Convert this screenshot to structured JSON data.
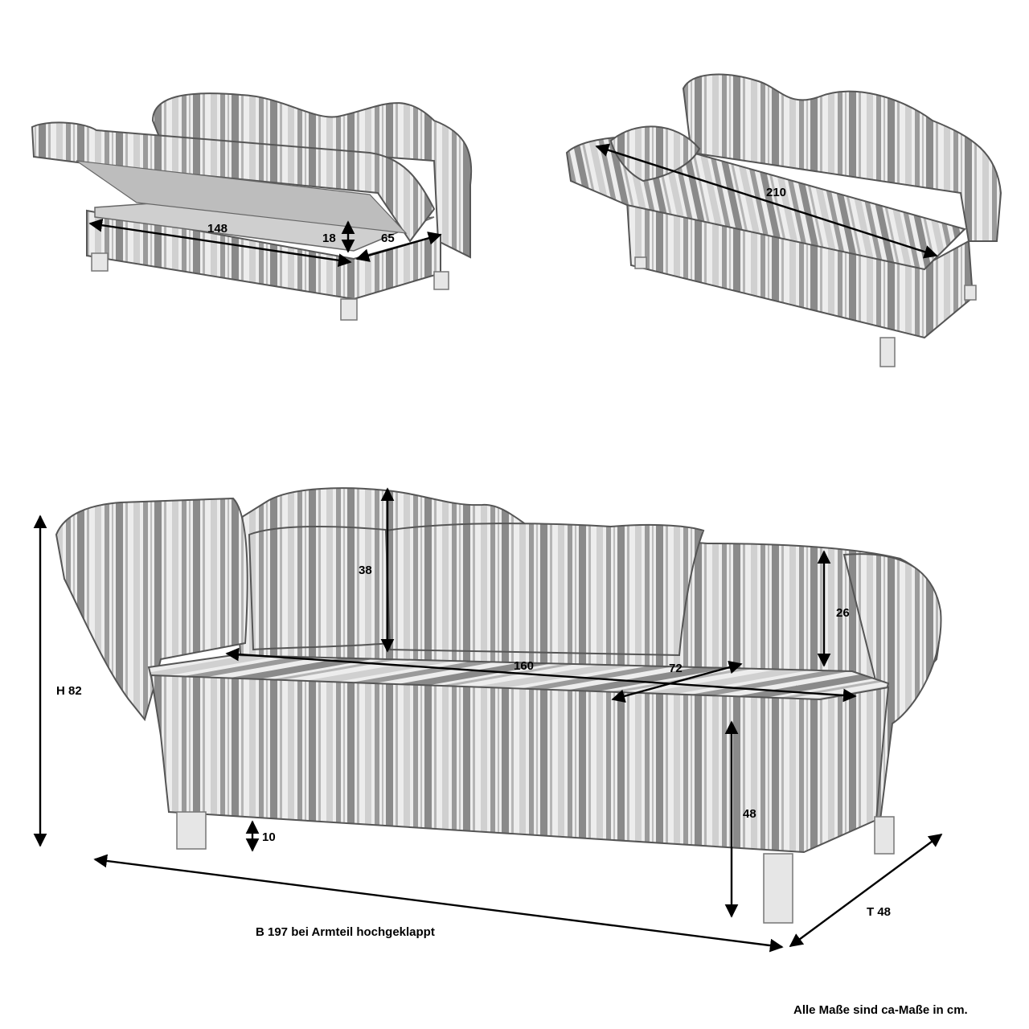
{
  "colors": {
    "fabric_light": "#eeeeee",
    "fabric_mid": "#c8c8c8",
    "fabric_dark": "#7a7a7a",
    "leg": "#e6e6e6",
    "line": "#000000"
  },
  "views": {
    "top_left": {
      "name": "storage-open-view",
      "dims": {
        "length": "148",
        "depth": "18",
        "width": "65"
      }
    },
    "top_right": {
      "name": "lying-surface-view",
      "dims": {
        "length": "210"
      }
    },
    "main": {
      "name": "front-view",
      "dims": {
        "height": "H 82",
        "back_height": "38",
        "arm_height": "26",
        "seat_length": "160",
        "seat_depth": "72",
        "seat_height": "48",
        "leg_height": "10",
        "width": "B 197 bei Armteil hochgeklappt",
        "depth": "T 48"
      }
    }
  },
  "footnote": "Alle Maße sind ca-Maße in cm."
}
